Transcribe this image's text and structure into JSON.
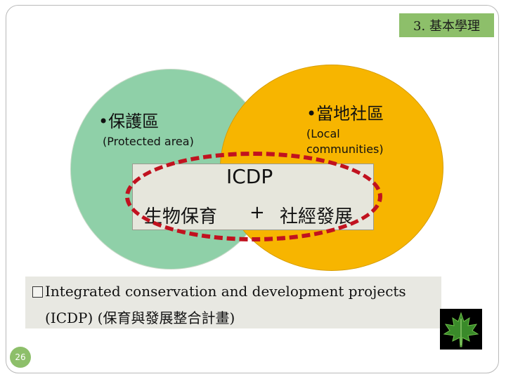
{
  "section_tag": "3. 基本學理",
  "colors": {
    "protected_circle": "#8fd0a8",
    "community_circle": "#f7b500",
    "dashed_ring": "#c1121f",
    "section_tag_bg": "#8dbf6a"
  },
  "left_circle": {
    "bullet": "•",
    "label_zh": "保護區",
    "label_en": "(Protected area)"
  },
  "right_circle": {
    "bullet": "•",
    "label_zh": "當地社區",
    "label_en_line1": "(Local",
    "label_en_line2": "communities)"
  },
  "icdp": {
    "title": "ICDP",
    "left_term": "生物保育",
    "operator": "+",
    "right_term": "社經發展"
  },
  "note": {
    "line1": "Integrated conservation and development projects",
    "line2": "(ICDP) (保育與發展整合計畫)"
  },
  "page_number": "26",
  "icons": {
    "checkbox": "checkbox-icon",
    "leaf": "maple-leaf-icon"
  }
}
